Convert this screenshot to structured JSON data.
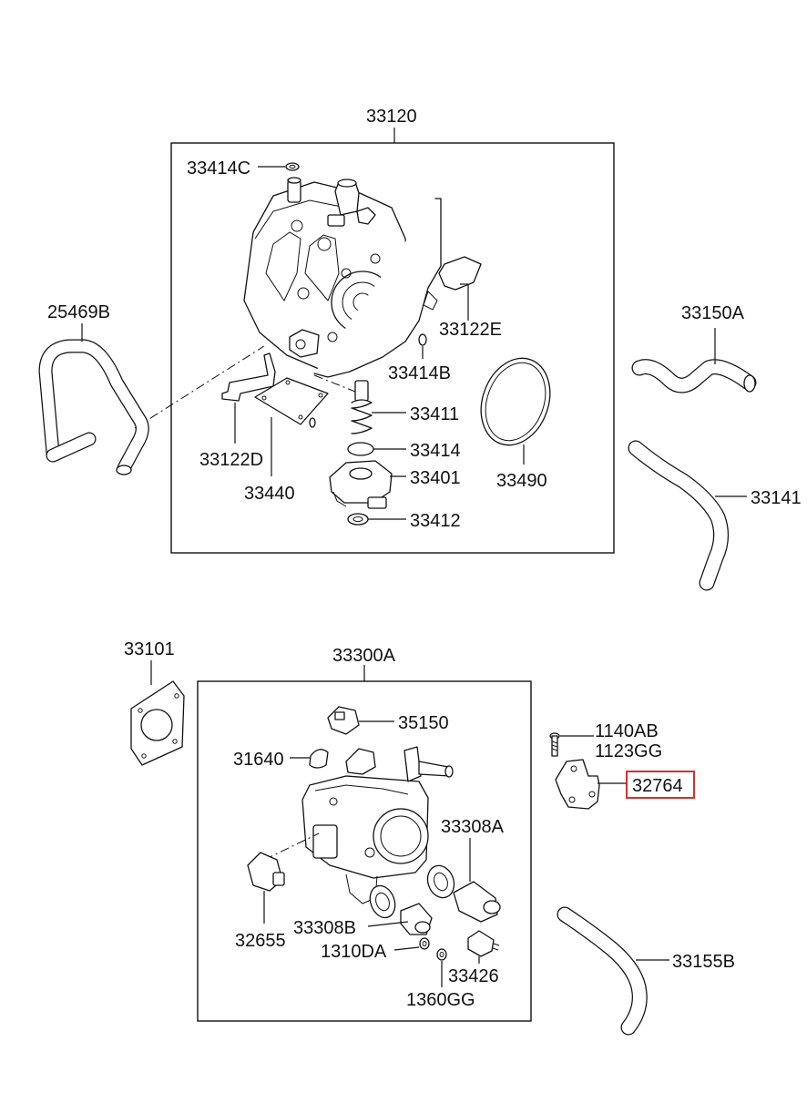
{
  "highlight_color": "#d9302c",
  "labels": {
    "p33120": "33120",
    "p33414C": "33414C",
    "p25469B": "25469B",
    "p33122E": "33122E",
    "p33414B": "33414B",
    "p33150A": "33150A",
    "p33411": "33411",
    "p33414": "33414",
    "p33401": "33401",
    "p33490": "33490",
    "p33122D": "33122D",
    "p33440": "33440",
    "p33412": "33412",
    "p33141": "33141",
    "p33101": "33101",
    "p33300A": "33300A",
    "p35150": "35150",
    "p31640": "31640",
    "p1140AB": "1140AB",
    "p1123GG": "1123GG",
    "p32764": "32764",
    "p33308A": "33308A",
    "p33308B": "33308B",
    "p32655": "32655",
    "p1310DA": "1310DA",
    "p33426": "33426",
    "p1360GG": "1360GG",
    "p33155B": "33155B"
  }
}
